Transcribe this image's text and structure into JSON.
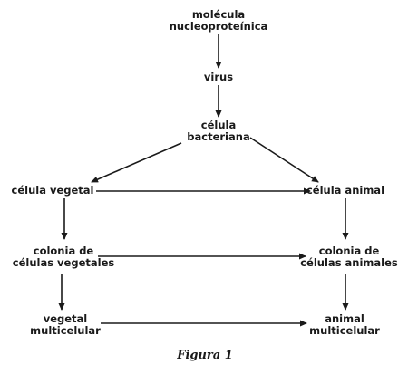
{
  "nodes": {
    "molecula": [
      "molécula",
      "nucleoproteínica"
    ],
    "virus": [
      "virus"
    ],
    "bacteriana": [
      "célula",
      "bacteriana"
    ],
    "vegetal": [
      "célula vegetal"
    ],
    "animal": [
      "célula animal"
    ],
    "colonia_vegetal": [
      "colonia de",
      "células vegetales"
    ],
    "colonia_animal": [
      "colonia de",
      "células animales"
    ],
    "vegetal_multi": [
      "vegetal",
      "multicelular"
    ],
    "animal_multi": [
      "animal",
      "multicelular"
    ]
  },
  "caption": "Figura 1"
}
